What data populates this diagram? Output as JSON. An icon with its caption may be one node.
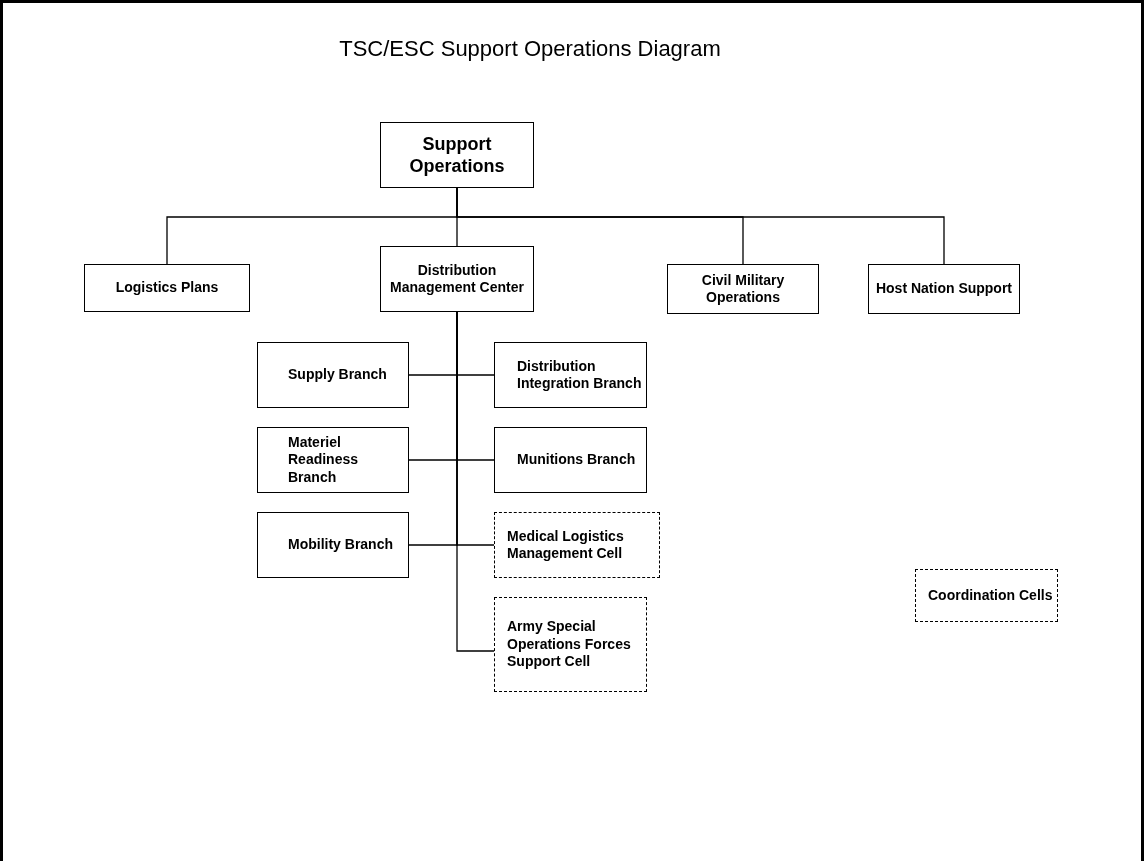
{
  "diagram": {
    "title": "TSC/ESC Support Operations Diagram",
    "nodes": [
      {
        "text": [
          "Support Operations"
        ]
      },
      {
        "text": [
          "Logistics Plans"
        ]
      },
      {
        "text": [
          "Distribution Management Center"
        ]
      },
      {
        "text": [
          "Civil Military Operations"
        ]
      },
      {
        "text": [
          "Host Nation Support"
        ]
      },
      {
        "text": [
          "Supply Branch"
        ]
      },
      {
        "text": [
          "Distribution Integration Branch"
        ]
      },
      {
        "text": [
          "Materiel Readiness Branch"
        ]
      },
      {
        "text": [
          "Munitions Branch"
        ]
      },
      {
        "text": [
          "Mobility Branch"
        ]
      },
      {
        "text": [
          "Medical Logistics Management Cell"
        ]
      },
      {
        "text": [
          "Army Special Operations Forces Support Cell"
        ]
      },
      {
        "text": [
          "Coordination Cells"
        ]
      }
    ],
    "edges": [
      {
        "from": 0,
        "to": 1,
        "arrow": "none"
      },
      {
        "from": 0,
        "to": 2,
        "arrow": "none"
      },
      {
        "from": 0,
        "to": 3,
        "arrow": "none"
      },
      {
        "from": 0,
        "to": 4,
        "arrow": "none"
      },
      {
        "from": 2,
        "to": 5,
        "arrow": "none"
      },
      {
        "from": 2,
        "to": 6,
        "arrow": "none"
      },
      {
        "from": 2,
        "to": 7,
        "arrow": "none"
      },
      {
        "from": 2,
        "to": 8,
        "arrow": "none"
      },
      {
        "from": 2,
        "to": 9,
        "arrow": "none"
      },
      {
        "from": 2,
        "to": 10,
        "arrow": "none"
      },
      {
        "from": 2,
        "to": 11,
        "arrow": "none"
      }
    ]
  }
}
